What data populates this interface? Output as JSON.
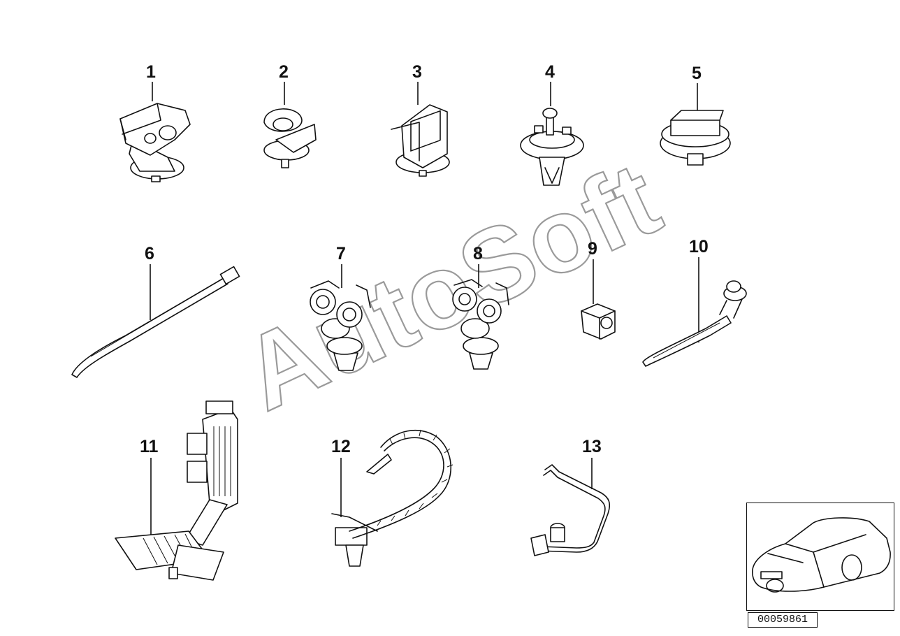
{
  "diagram": {
    "part_numbers": [
      "1",
      "2",
      "3",
      "4",
      "5",
      "6",
      "7",
      "8",
      "9",
      "10",
      "11",
      "12",
      "13"
    ],
    "watermark_text": "AutoSoft",
    "drawing_number": "00059861",
    "thumbnail_icon": "car-sedan-icon",
    "colors": {
      "line": "#111111",
      "watermark_outline": "#9a9a9a",
      "background": "#ffffff"
    }
  }
}
